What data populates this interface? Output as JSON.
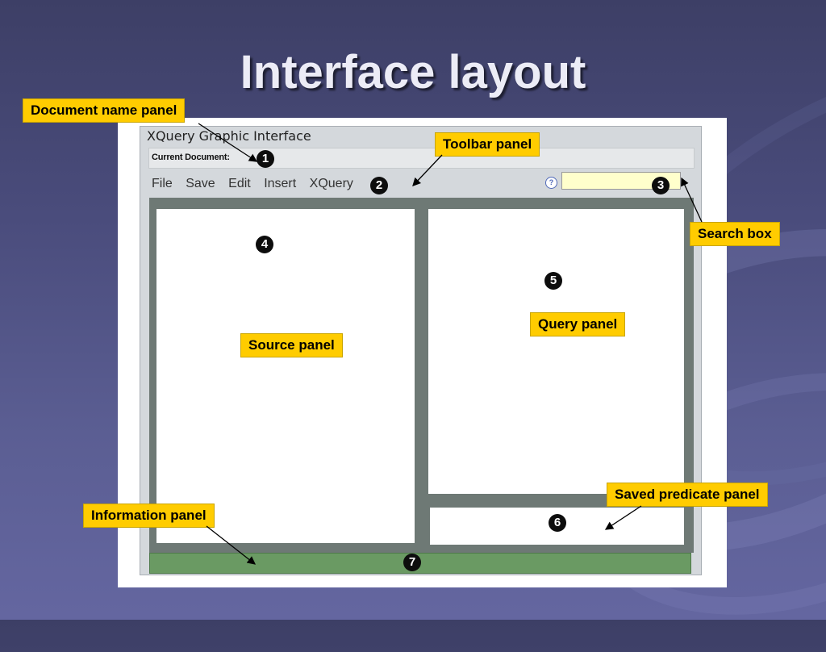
{
  "slide": {
    "title": "Interface layout"
  },
  "window": {
    "title": "XQuery Graphic Interface",
    "current_document_label": "Current Document:",
    "menu": [
      "File",
      "Save",
      "Edit",
      "Insert",
      "XQuery"
    ],
    "help_icon_glyph": "?",
    "search_value": ""
  },
  "markers": [
    "1",
    "2",
    "3",
    "4",
    "5",
    "6",
    "7"
  ],
  "callouts": {
    "document_name_panel": "Document name panel",
    "toolbar_panel": "Toolbar panel",
    "search_box": "Search box",
    "source_panel": "Source panel",
    "query_panel": "Query panel",
    "saved_predicate_panel": "Saved predicate panel",
    "information_panel": "Information panel"
  },
  "colors": {
    "callout_bg": "#ffcc00",
    "window_bg": "#d4d8dc",
    "workarea_bg": "#6e7975",
    "info_bar": "#6a9a63",
    "search_bg": "#ffffcc"
  }
}
